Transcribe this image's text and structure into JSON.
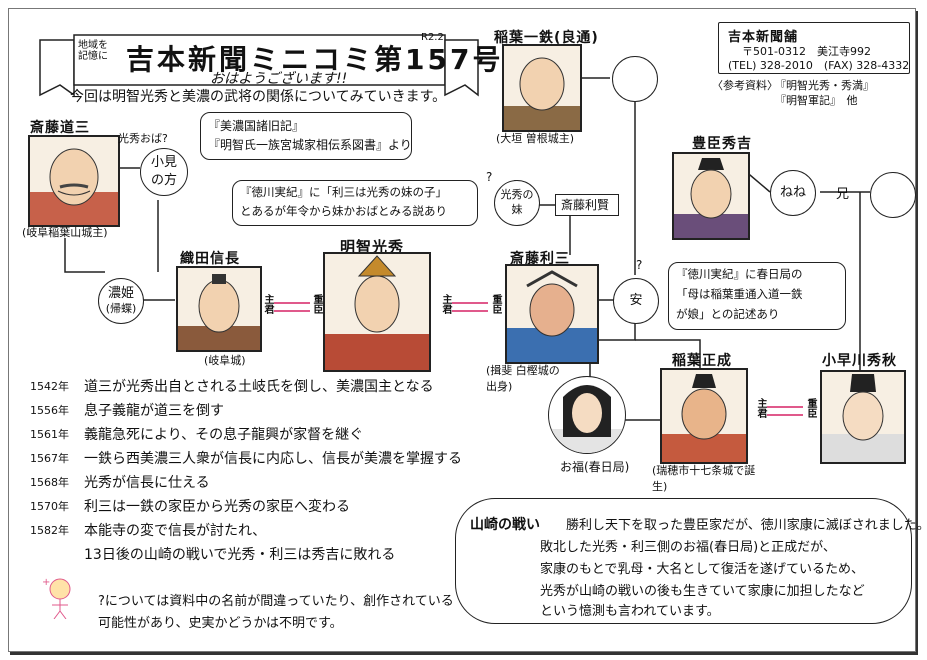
{
  "header": {
    "badge": "地域を\n記憶に",
    "title": "吉本新聞ミニコミ第157号",
    "date": "R2.2",
    "greeting": "おはようございます!!",
    "intro": "今回は明智光秀と美濃の武将の関係についてみていきます。"
  },
  "publisher": {
    "name": "吉本新聞舗",
    "address": "〒501-0312　美江寺992",
    "contact": "(TEL) 328-2010　(FAX) 328-4332",
    "ref_label": "〈参考資料〉",
    "ref1": "『明智光秀・秀満』",
    "ref2": "『明智軍記』　他"
  },
  "people": {
    "dosan": {
      "name": "斎藤道三",
      "note": "(岐阜稲葉山城主)"
    },
    "nohime": {
      "name": "濃姫",
      "alias": "(帰蝶)"
    },
    "nobunaga": {
      "name": "織田信長",
      "note": "(岐阜城)"
    },
    "mitsuhide": {
      "name": "明智光秀"
    },
    "toshimitsu": {
      "name": "斎藤利三",
      "note": "(揖斐 白樫城の出身)"
    },
    "ittetsu": {
      "name": "稲葉一鉄(良通)",
      "note": "(大垣 曽根城主)"
    },
    "hideyoshi": {
      "name": "豊臣秀吉"
    },
    "nene": {
      "name": "ねね"
    },
    "brother": {
      "name": "兄"
    },
    "masanari": {
      "name": "稲葉正成",
      "note": "(瑞穂市十七条城で誕生)"
    },
    "hideaki": {
      "name": "小早川秀秋"
    },
    "ofuku": {
      "name": "お福(春日局)"
    },
    "yasu": {
      "name": "安"
    },
    "koken": {
      "name": "小見\nの方"
    },
    "sister": {
      "name": "光秀の\n妹"
    },
    "saito_tashin": {
      "name": "斎藤利賢"
    }
  },
  "relations": {
    "lord": "主君",
    "retainer": "重臣",
    "oba_q": "光秀おば?",
    "q": "?"
  },
  "notes": {
    "n1_line1": "『美濃国諸旧記』",
    "n1_line2": "『明智氏一族宮城家相伝系図書』より",
    "n2_line1": "『徳川実紀』に「利三は光秀の妹の子」",
    "n2_line2": "とあるが年令から妹かおばとみる説あり",
    "n3_line1": "『徳川実紀』に春日局の",
    "n3_line2": "「母は稲葉重通入道一鉄",
    "n3_line3": "が娘」との記述あり"
  },
  "timeline": [
    {
      "year": "1542年",
      "text": "道三が光秀出自とされる土岐氏を倒し、美濃国主となる"
    },
    {
      "year": "1556年",
      "text": "息子義龍が道三を倒す"
    },
    {
      "year": "1561年",
      "text": "義龍急死により、その息子龍興が家督を継ぐ"
    },
    {
      "year": "1567年",
      "text": "一鉄ら西美濃三人衆が信長に内応し、信長が美濃を掌握する"
    },
    {
      "year": "1568年",
      "text": "光秀が信長に仕える"
    },
    {
      "year": "1570年",
      "text": "利三は一鉄の家臣から光秀の家臣へ変わる"
    },
    {
      "year": "1582年",
      "text": "本能寺の変で信長が討たれ、"
    },
    {
      "year": "",
      "text": "13日後の山崎の戦いで光秀・利三は秀吉に敗れる"
    }
  ],
  "footnote": {
    "line1": "?については資料中の名前が間違っていたり、創作されている",
    "line2": "可能性があり、史実かどうかは不明です。"
  },
  "yamazaki": {
    "label": "山崎の戦い",
    "lines": [
      "勝利し天下を取った豊臣家だが、徳川家康に滅ぼされました。",
      "敗北した光秀・利三側のお福(春日局)と正成だが、",
      "家康のもとで乳母・大名として復活を遂げているため、",
      "光秀が山崎の戦いの後も生きていて家康に加担したなど",
      "という憶測も言われています。"
    ]
  },
  "colors": {
    "accent": "#e0598b",
    "line": "#222222",
    "skin": "#f2d2b0"
  }
}
